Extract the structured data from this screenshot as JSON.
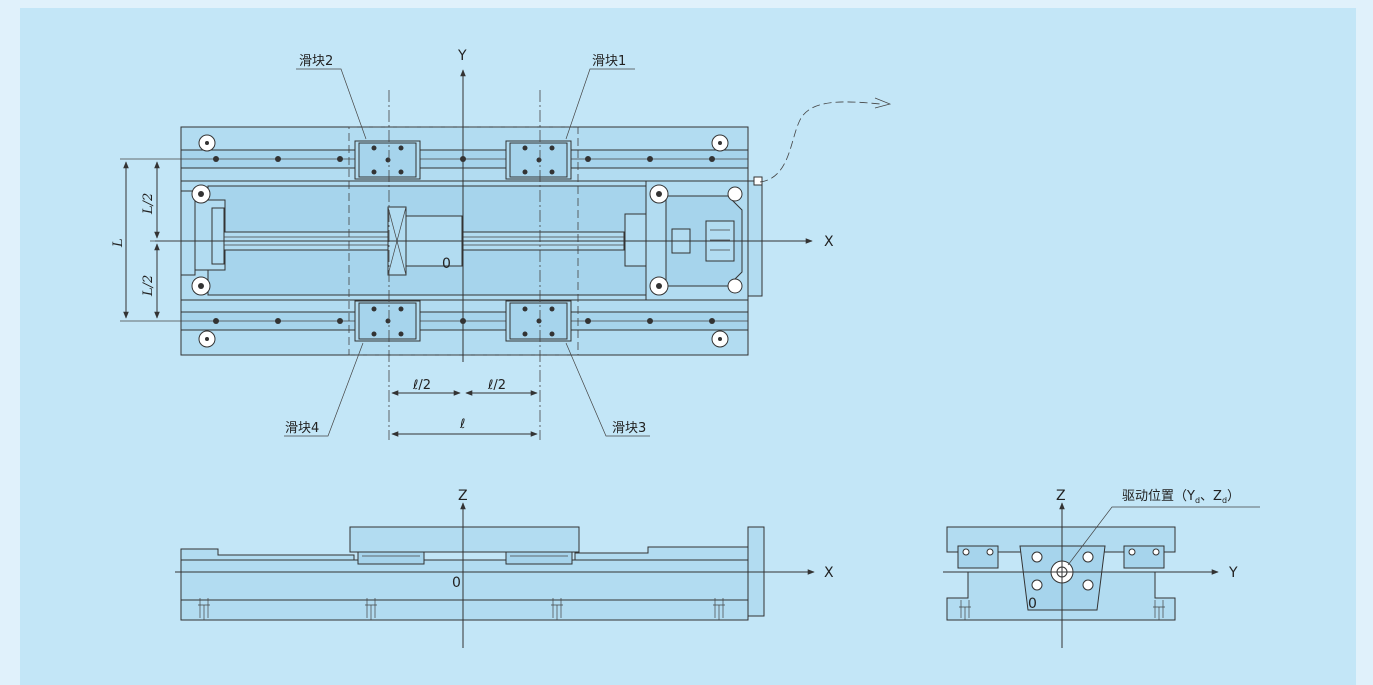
{
  "labels": {
    "slider1": "滑块1",
    "slider2": "滑块2",
    "slider3": "滑块3",
    "slider4": "滑块4",
    "drive_position": "驱动位置（Y",
    "drive_position_sub_d": "d",
    "drive_position_sep": "、Z",
    "drive_position_end": "）"
  },
  "axes": {
    "x": "X",
    "y": "Y",
    "z": "Z",
    "origin": "0"
  },
  "dimensions": {
    "L": "L",
    "L_half": "L/2",
    "l": "ℓ",
    "l_half": "ℓ/2"
  },
  "colors": {
    "background": "#e0f1fb",
    "panel": "#c3e6f7",
    "body": "#b2dcf1",
    "line": "#333333"
  }
}
